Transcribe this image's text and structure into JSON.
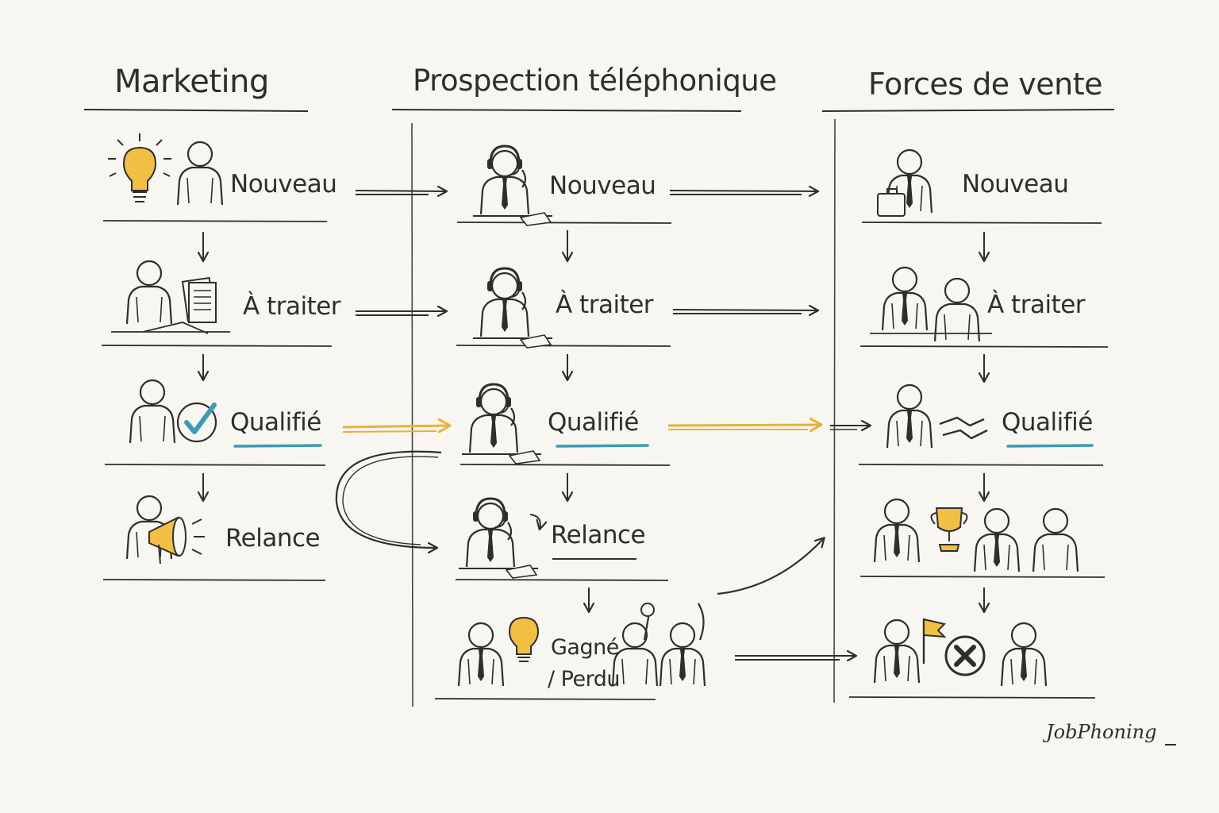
{
  "columns": [
    {
      "title": "Marketing"
    },
    {
      "title": "Prospection téléphonique"
    },
    {
      "title": "Forces de vente"
    }
  ],
  "marketing": {
    "stages": [
      "Nouveau",
      "À traiter",
      "Qualifié",
      "Relance"
    ]
  },
  "prospection": {
    "stages": [
      "Nouveau",
      "À traiter",
      "Qualifié",
      "Relance"
    ],
    "outcome_line1": "Gagné",
    "outcome_line2": "/ Perdu"
  },
  "ventes": {
    "stages": [
      "Nouveau",
      "À traiter",
      "Qualifié"
    ]
  },
  "brand": "JobPhoning",
  "colors": {
    "background": "#f8f6f0",
    "ink": "#2e2e2e",
    "accent_yellow": "#f0b93a",
    "accent_blue": "#3b9bb0"
  },
  "icons": [
    "lightbulb-icon",
    "person-icon",
    "documents-icon",
    "checkmark-icon",
    "megaphone-icon",
    "headset-person-icon",
    "briefcase-person-icon",
    "handshake-icon",
    "trophy-icon",
    "flag-icon",
    "x-circle-icon"
  ]
}
